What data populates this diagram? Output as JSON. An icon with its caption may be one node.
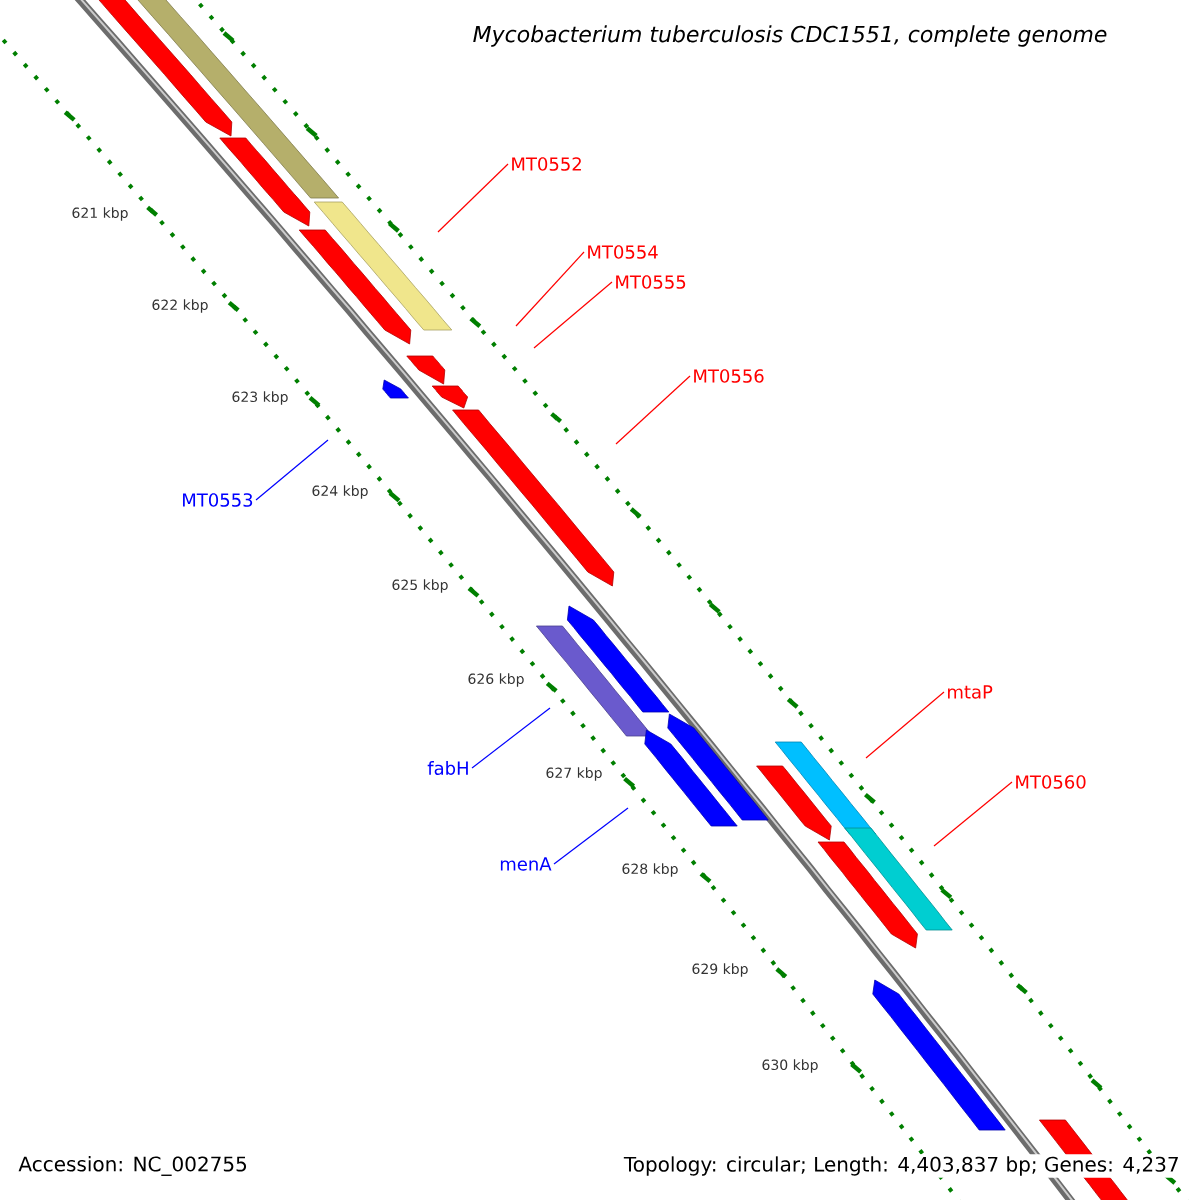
{
  "diagram": {
    "title": "Mycobacterium tuberculosis CDC1551, complete genome",
    "nodes": [
      {
        "text": [
          "MT0552"
        ]
      },
      {
        "text": [
          "MT0554"
        ]
      },
      {
        "text": [
          "MT0555"
        ]
      },
      {
        "text": [
          "MT0556"
        ]
      },
      {
        "text": [
          "MT0553"
        ]
      },
      {
        "text": [
          "mtaP"
        ]
      },
      {
        "text": [
          "fabH"
        ]
      },
      {
        "text": [
          "MT0560"
        ]
      },
      {
        "text": [
          "menA"
        ]
      }
    ],
    "edges": [
      {
        "from": 0,
        "to": null,
        "arrow": "none"
      },
      {
        "from": 1,
        "to": null,
        "arrow": "none"
      },
      {
        "from": 2,
        "to": null,
        "arrow": "none"
      },
      {
        "from": 3,
        "to": null,
        "arrow": "none"
      },
      {
        "from": 4,
        "to": null,
        "arrow": "none",
        "color": "#0000ff"
      },
      {
        "from": 5,
        "to": null,
        "arrow": "none"
      },
      {
        "from": 6,
        "to": null,
        "arrow": "none",
        "color": "#0000ff"
      },
      {
        "from": 7,
        "to": null,
        "arrow": "none"
      },
      {
        "from": 8,
        "to": null,
        "arrow": "none",
        "color": "#0000ff"
      }
    ],
    "labels": [
      "621 kbp",
      "622 kbp",
      "623 kbp",
      "624 kbp",
      "625 kbp",
      "626 kbp",
      "627 kbp",
      "628 kbp",
      "629 kbp",
      "630 kbp",
      "Accession: NC_002755",
      "Topology: circular; Length: 4,403,837 bp; Genes: 4,237"
    ]
  }
}
